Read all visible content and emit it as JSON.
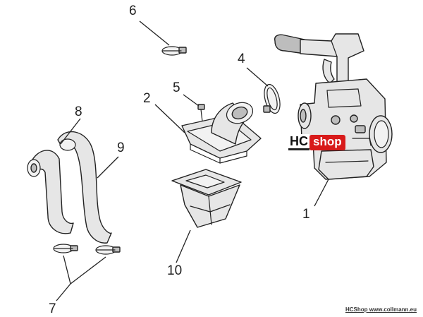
{
  "callouts": {
    "c1": "1",
    "c2": "2",
    "c4": "4",
    "c5": "5",
    "c6": "6",
    "c7": "7",
    "c8": "8",
    "c9": "9",
    "c10": "10"
  },
  "watermark": {
    "left": "HC",
    "right": "shop",
    "accent_color": "#d81a1a"
  },
  "credit": "HCShop www.collmann.eu"
}
